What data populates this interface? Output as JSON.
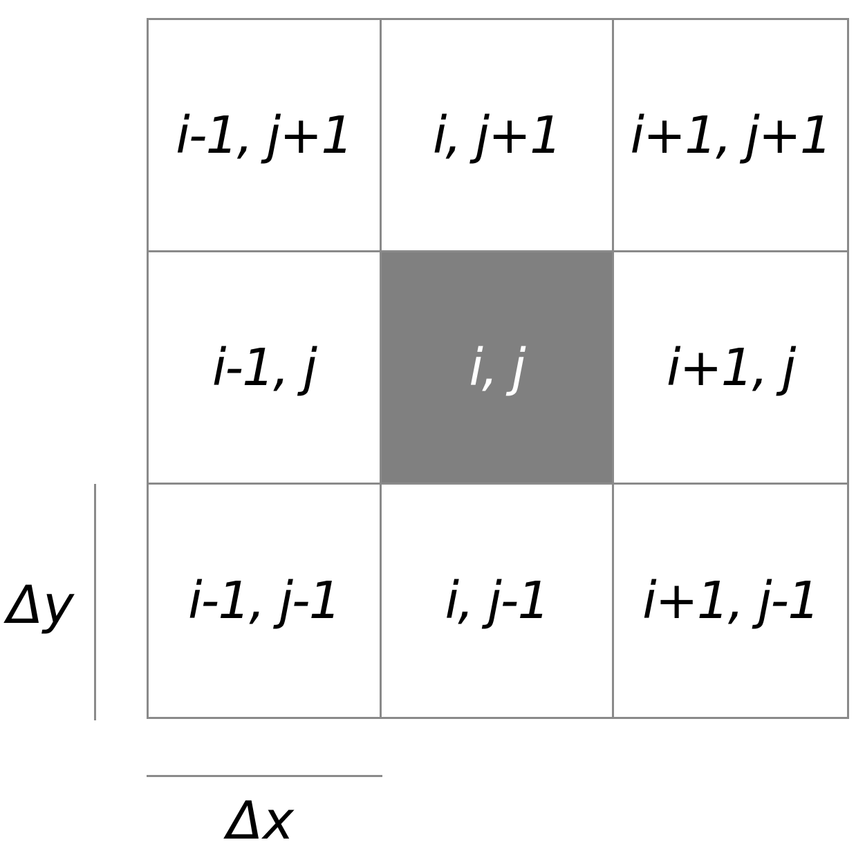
{
  "cells": [
    {
      "label": "i-1, j+1"
    },
    {
      "label": "i, j+1"
    },
    {
      "label": "i+1, j+1"
    },
    {
      "label": "i-1, j"
    },
    {
      "label": "i, j",
      "highlighted": true,
      "fill": "#808080"
    },
    {
      "label": "i+1, j"
    },
    {
      "label": "i-1, j-1"
    },
    {
      "label": "i, j-1"
    },
    {
      "label": "i+1, j-1"
    }
  ],
  "scale": {
    "dy_label": "Δy",
    "dx_label": "Δx"
  },
  "colors": {
    "grid_line": "#8a8a8a",
    "highlight_fill": "#808080",
    "highlight_text": "#ffffff"
  }
}
